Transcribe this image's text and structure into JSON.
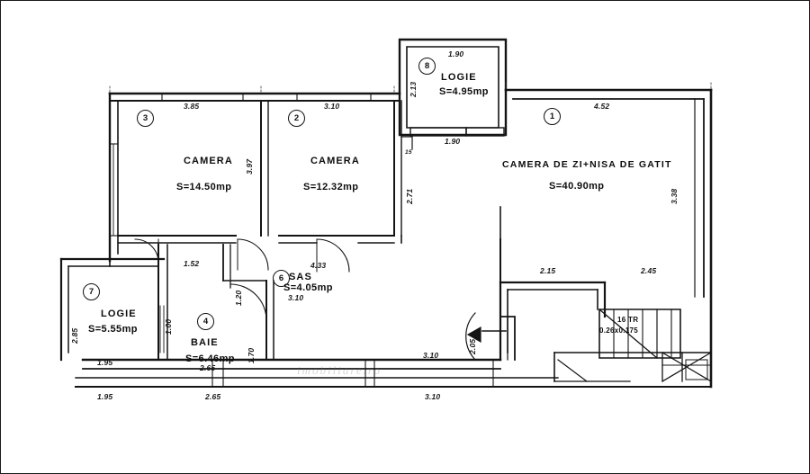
{
  "document": {
    "type": "architectural-floor-plan",
    "title": "Apartment floor plan",
    "background_color": "#ffffff",
    "ink_color": "#111111"
  },
  "rooms": [
    {
      "number": "1",
      "name": "CAMERA DE ZI+NISA DE GATIT",
      "area": "S=40.90mp"
    },
    {
      "number": "2",
      "name": "CAMERA",
      "area": "S=12.32mp"
    },
    {
      "number": "3",
      "name": "CAMERA",
      "area": "S=14.50mp"
    },
    {
      "number": "4",
      "name": "BAIE",
      "area": "S=6.46mp"
    },
    {
      "number": "6",
      "name": "SAS",
      "area": "S=4.05mp"
    },
    {
      "number": "7",
      "name": "LOGIE",
      "area": "S=5.55mp"
    },
    {
      "number": "8",
      "name": "LOGIE",
      "area": "S=4.95mp"
    }
  ],
  "dimensions": {
    "room8_top": "1.90",
    "room8_left": "2.13",
    "room8_bottom": "1.90",
    "room3_top": "3.85",
    "room2_top": "3.10",
    "room1_top": "4.52",
    "room1_right": "3.38",
    "room1_bottom_left": "2.15",
    "room1_bottom_right": "2.45",
    "wall_mid_vertical_1": "3.97",
    "wall_mid_vertical_2": "2.71",
    "wall_mid_small": "15",
    "room4_top": "1.52",
    "room4_left": "1.00",
    "room4_right": "1.70",
    "room4_bottom": "2.65",
    "sas_vertical": "1.20",
    "sas_bottom": "3.10",
    "sas_right": "4.33",
    "room7_left": "2.85",
    "room7_bottom": "1.95",
    "entry_door": "2.05",
    "bottom_mid": "3.10",
    "bottom_left_1": "1.95",
    "bottom_left_2": "2.65",
    "bottom_right": "3.10"
  },
  "stairs": {
    "count_label": "16 TR",
    "tread_riser": "0.26x0.175"
  },
  "watermark": {
    "text": "imobiliare.ro"
  }
}
